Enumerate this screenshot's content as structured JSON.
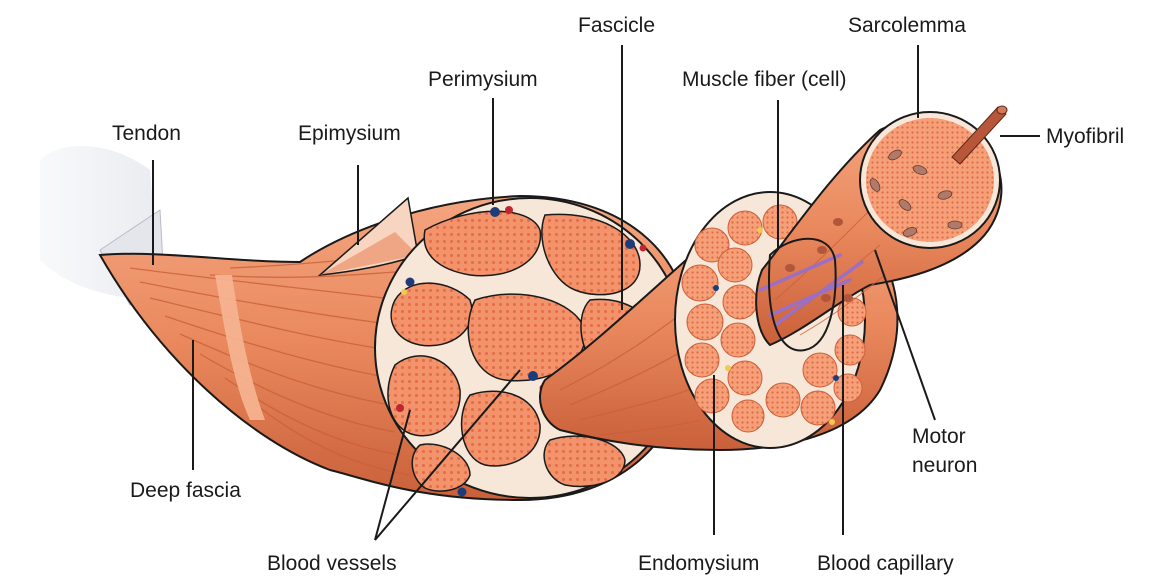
{
  "labels": {
    "tendon": "Tendon",
    "epimysium": "Epimysium",
    "perimysium": "Perimysium",
    "fascicle": "Fascicle",
    "muscle_fiber": "Muscle fiber (cell)",
    "sarcolemma": "Sarcolemma",
    "myofibril": "Myofibril",
    "motor_neuron_line1": "Motor",
    "motor_neuron_line2": "neuron",
    "deep_fascia": "Deep fascia",
    "blood_vessels": "Blood vessels",
    "endomysium": "Endomysium",
    "blood_capillary": "Blood capillary"
  },
  "colors": {
    "muscle": "#e9875c",
    "muscle_dark": "#c9603a",
    "muscle_light": "#f4a57f",
    "fiber_fill": "#f2936c",
    "connective": "#f7e7d8",
    "outline": "#1a1a1a",
    "vessel_red": "#c0272d",
    "vessel_blue": "#1f3c7a",
    "nerve": "#9b6fc4",
    "tendon": "#e4e6ec",
    "fat_yellow": "#f2c94c"
  }
}
